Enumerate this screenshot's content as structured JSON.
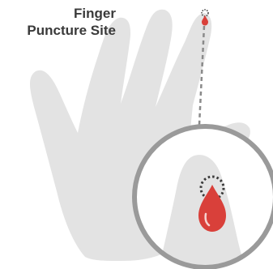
{
  "caption": {
    "line1": "Finger",
    "line2": "Puncture Site"
  },
  "colors": {
    "hand": "#e3e3e3",
    "ring": "#9a9a9a",
    "drop": "#d9403a",
    "drop_highlight": "#f6d2cf",
    "dashed_line": "#8a8a8a",
    "text": "#3a3a3a"
  },
  "icons": [
    "hand-illustration",
    "blood-drop-icon",
    "puncture-marker-icon",
    "magnifier-circle"
  ]
}
